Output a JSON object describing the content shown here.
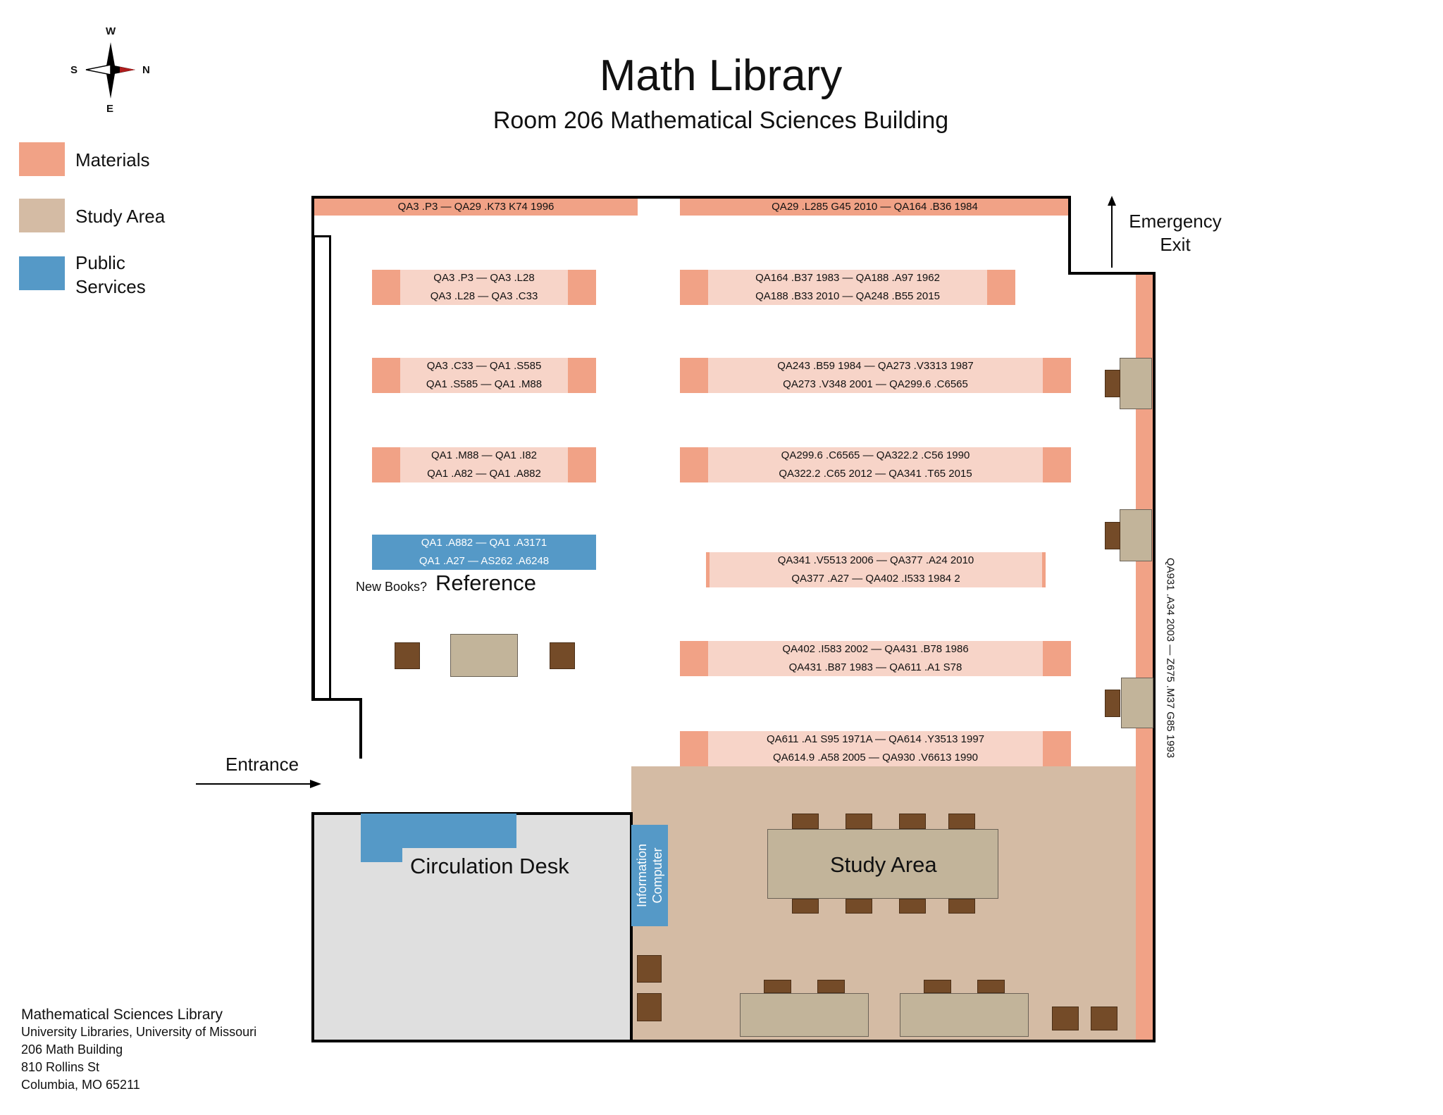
{
  "title": "Math Library",
  "subtitle": "Room 206 Mathematical Sciences Building",
  "compass": {
    "w": "W",
    "s": "S",
    "n": "N",
    "e": "E"
  },
  "legend": [
    {
      "label": "Materials",
      "color": "#F1A286"
    },
    {
      "label": "Study Area",
      "color": "#D4BBA4"
    },
    {
      "label": "Public Services",
      "color": "#5599C7"
    }
  ],
  "shelves": {
    "top_left": "QA3 .P3 — QA29 .K73 K74 1996",
    "top_right": "QA29 .L285 G45 2010 — QA164 .B36 1984",
    "left": [
      [
        "QA3 .P3 — QA3 .L28",
        "QA3 .L28 — QA3 .C33"
      ],
      [
        "QA3 .C33 — QA1 .S585",
        "QA1 .S585 — QA1 .M88"
      ],
      [
        "QA1 .M88 — QA1 .I82",
        "QA1 .A82 — QA1 .A882"
      ]
    ],
    "reference": [
      "QA1 .A882 — QA1 .A3171",
      "QA1 .A27 — AS262 .A6248"
    ],
    "right": [
      [
        "QA164 .B37 1983 — QA188 .A97 1962",
        "QA188 .B33 2010 — QA248 .B55 2015"
      ],
      [
        "QA243 .B59 1984 — QA273 .V3313 1987",
        "QA273 .V348 2001 — QA299.6 .C6565"
      ],
      [
        "QA299.6 .C6565 — QA322.2 .C56 1990",
        "QA322.2 .C65 2012 — QA341 .T65 2015"
      ],
      [
        "QA341 .V5513 2006 — QA377 .A24 2010",
        "QA377 .A27 — QA402 .I533 1984 2"
      ],
      [
        "QA402 .I583 2002 — QA431 .B78 1986",
        "QA431 .B87 1983 — QA611 .A1 S78"
      ],
      [
        "QA611 .A1 S95 1971A — QA614 .Y3513 1997",
        "QA614.9 .A58 2005 — QA930 .V6613 1990"
      ]
    ],
    "east_wall": "QA931 .A34 2003 — Z675 .M37 G85 1993"
  },
  "labels": {
    "new_books": "New Books?",
    "reference": "Reference",
    "emergency_exit": "Emergency Exit",
    "entrance": "Entrance",
    "circulation_desk": "Circulation Desk",
    "information_computer": "Information Computer",
    "study_area": "Study Area"
  },
  "address": [
    "Mathematical Sciences Library",
    "University Libraries, University of Missouri",
    "206 Math Building",
    "810 Rollins St",
    "Columbia, MO 65211"
  ]
}
